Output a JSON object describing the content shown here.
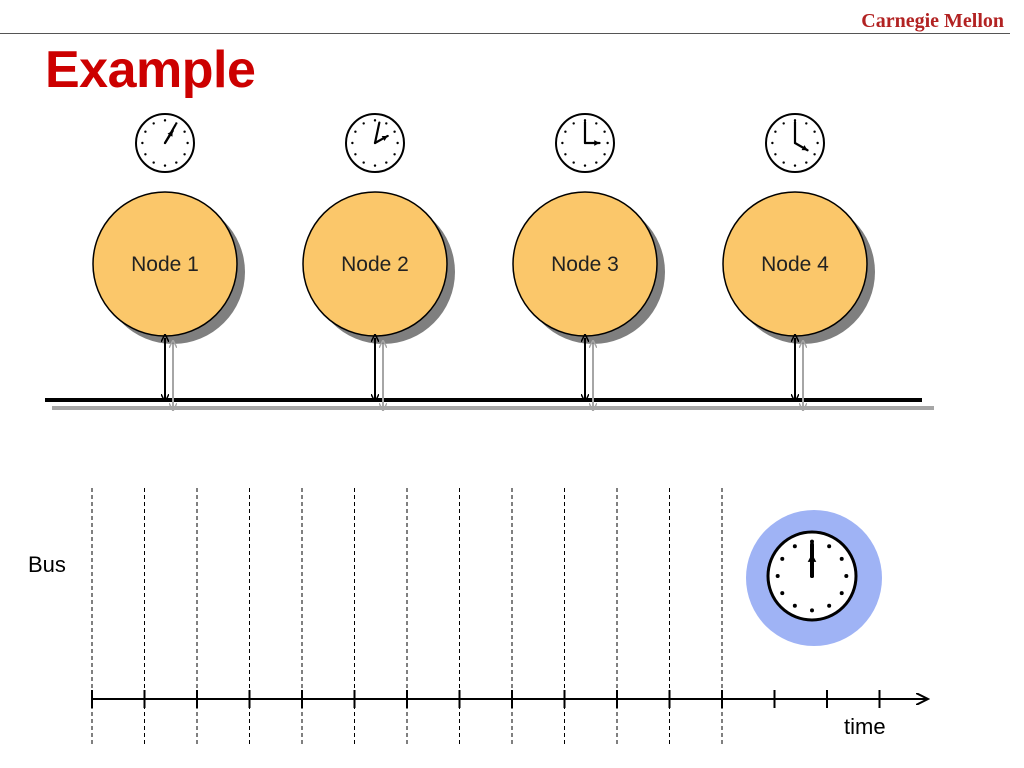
{
  "header": {
    "brand": "Carnegie Mellon",
    "title": "Example"
  },
  "nodes": [
    {
      "label": "Node 1",
      "clock_hour": 1,
      "clock_minute": 5
    },
    {
      "label": "Node 2",
      "clock_hour": 2,
      "clock_minute": 2
    },
    {
      "label": "Node 3",
      "clock_hour": 3,
      "clock_minute": 0
    },
    {
      "label": "Node 4",
      "clock_hour": 4,
      "clock_minute": 0
    }
  ],
  "timeline": {
    "row_label": "Bus",
    "axis_label": "time",
    "slot_count": 13,
    "extra_ticks": 3
  },
  "global_clock": {
    "hour": 12,
    "minute": 0
  },
  "colors": {
    "node_fill": "#fbc76a",
    "node_shadow": "#7f7f7f",
    "bus_line": "#000000",
    "bus_shadow": "#a6a6a6",
    "global_clock_bg": "#9fb3f5",
    "title": "#cc0000",
    "brand": "#b22222"
  }
}
